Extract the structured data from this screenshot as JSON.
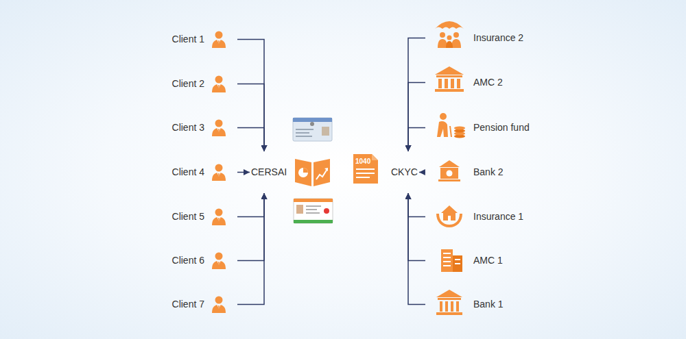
{
  "diagram": {
    "nodes": [
      {
        "text": [
          "Client 1"
        ]
      },
      {
        "text": [
          "Client 2"
        ]
      },
      {
        "text": [
          "Client 3"
        ]
      },
      {
        "text": [
          "Client 4"
        ]
      },
      {
        "text": [
          "Client 5"
        ]
      },
      {
        "text": [
          "Client 6"
        ]
      },
      {
        "text": [
          "Client 7"
        ]
      },
      {
        "text": [
          "CERSAI"
        ]
      },
      {
        "text": [
          "CKYC"
        ]
      },
      {
        "text": [
          "Insurance 2"
        ]
      },
      {
        "text": [
          "AMC 2"
        ]
      },
      {
        "text": [
          "Pension fund"
        ]
      },
      {
        "text": [
          "Bank 2"
        ]
      },
      {
        "text": [
          "Insurance 1"
        ]
      },
      {
        "text": [
          "AMC 1"
        ]
      },
      {
        "text": [
          "Bank 1"
        ]
      }
    ],
    "edges": [
      {
        "from": 0,
        "to": 7,
        "arrow": "to"
      },
      {
        "from": 1,
        "to": 7,
        "arrow": "to"
      },
      {
        "from": 2,
        "to": 7,
        "arrow": "to"
      },
      {
        "from": 3,
        "to": 7,
        "arrow": "to"
      },
      {
        "from": 4,
        "to": 7,
        "arrow": "to"
      },
      {
        "from": 5,
        "to": 7,
        "arrow": "to"
      },
      {
        "from": 6,
        "to": 7,
        "arrow": "to"
      },
      {
        "from": 9,
        "to": 8,
        "arrow": "to"
      },
      {
        "from": 10,
        "to": 8,
        "arrow": "to"
      },
      {
        "from": 11,
        "to": 8,
        "arrow": "to"
      },
      {
        "from": 12,
        "to": 8,
        "arrow": "to"
      },
      {
        "from": 13,
        "to": 8,
        "arrow": "to"
      },
      {
        "from": 14,
        "to": 8,
        "arrow": "to"
      },
      {
        "from": 15,
        "to": 8,
        "arrow": "to"
      }
    ],
    "labels": [
      "1040"
    ]
  }
}
